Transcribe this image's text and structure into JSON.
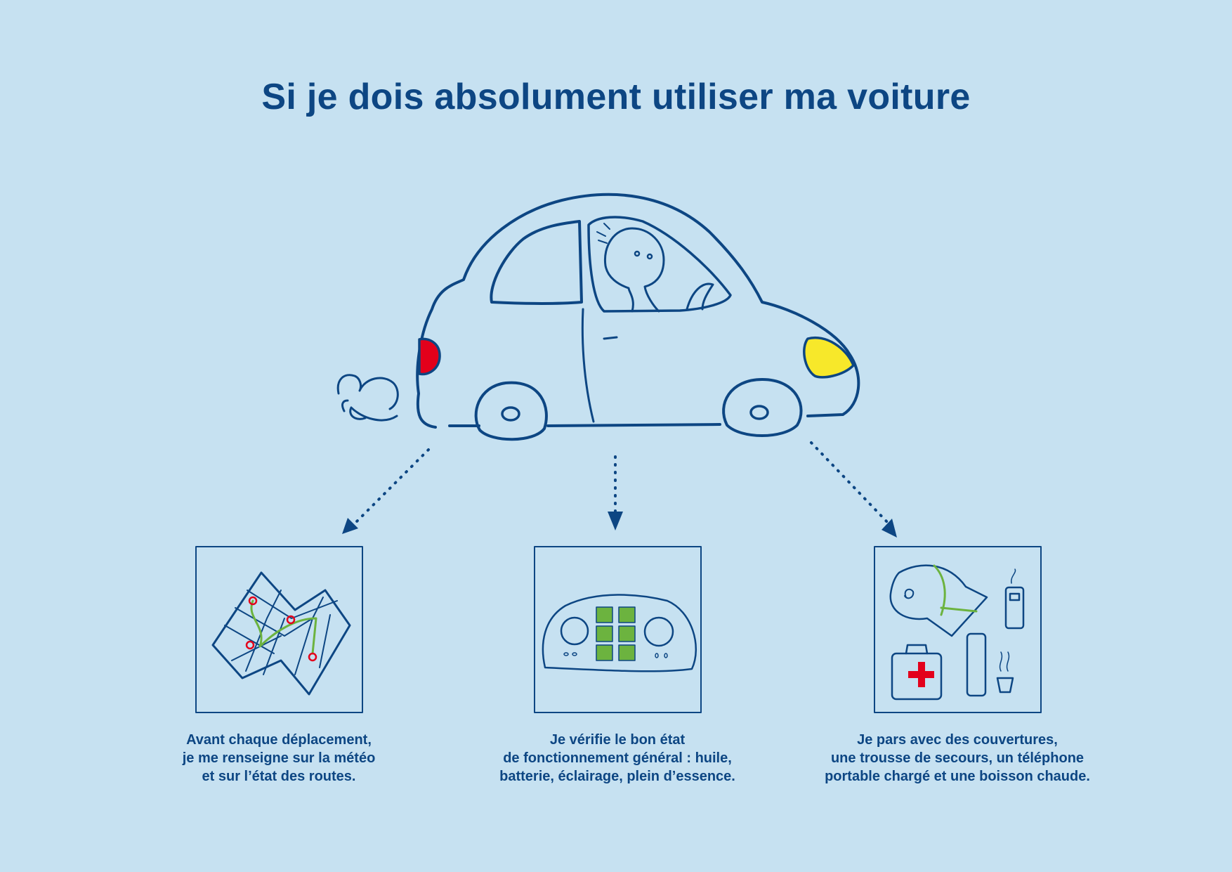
{
  "title": "Si je dois absolument utiliser ma voiture",
  "colors": {
    "background": "#c6e1f1",
    "ink": "#0d4683",
    "green": "#6cb33f",
    "red": "#e3001b",
    "yellow": "#f7e82a"
  },
  "panels": [
    {
      "icon": "road-map-icon",
      "caption": [
        "Avant chaque déplacement,",
        "je me renseigne sur la météo",
        "et sur l’état des routes."
      ]
    },
    {
      "icon": "dashboard-icon",
      "caption": [
        "Je vérifie le bon état",
        "de fonctionnement général : huile,",
        "batterie, éclairage, plein d’essence."
      ]
    },
    {
      "icon": "emergency-kit-icon",
      "caption": [
        "Je pars avec des couvertures,",
        "une trousse de secours, un téléphone",
        "portable chargé et une boisson chaude."
      ]
    }
  ]
}
